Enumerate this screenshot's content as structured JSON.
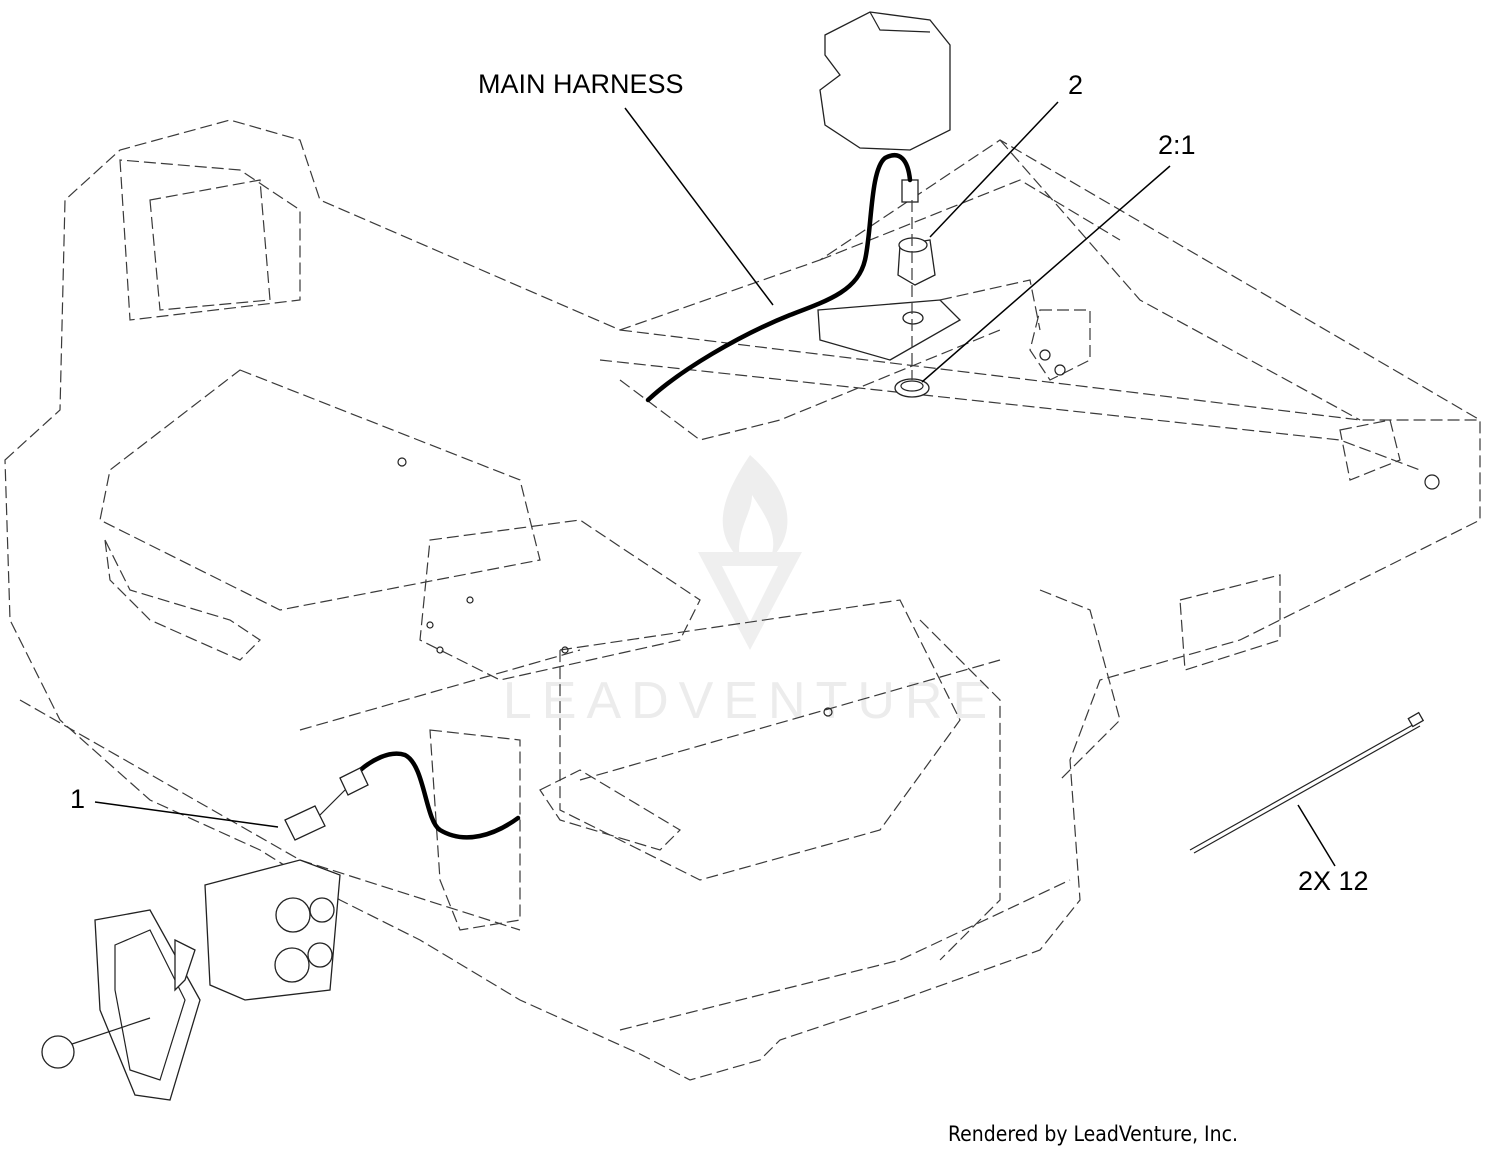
{
  "callouts": {
    "main_harness": "MAIN HARNESS",
    "item_2": "2",
    "item_2_1": "2:1",
    "item_1": "1",
    "item_2x12": "2X 12"
  },
  "watermark": "LEADVENTURE",
  "credit": "Rendered by LeadVenture, Inc."
}
